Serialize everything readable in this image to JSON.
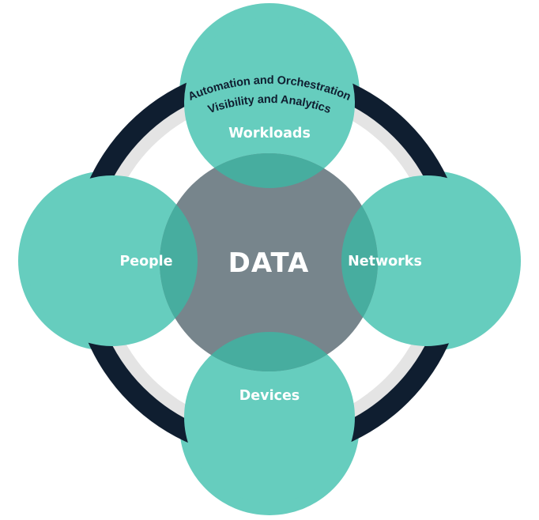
{
  "diagram": {
    "outer_ring_label": "Automation and Orchestration",
    "inner_ring_label": "Visibility and Analytics",
    "center_label": "DATA",
    "pillars": {
      "top": "Workloads",
      "left": "People",
      "right": "Networks",
      "bottom": "Devices"
    }
  },
  "colors": {
    "teal": "#66cdbe",
    "teal_overlap": "#47ad9f",
    "center_gray": "#77858c",
    "outer_ring": "#0f1e30",
    "inner_ring": "#e4e4e4"
  }
}
